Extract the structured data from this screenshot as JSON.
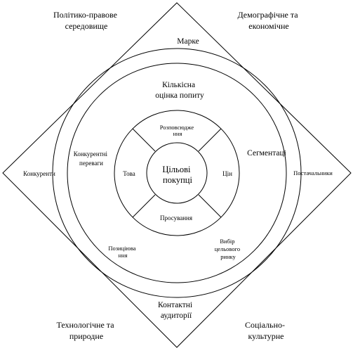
{
  "corners": {
    "top_left": [
      "Політико-правове",
      "середовище"
    ],
    "top_right": [
      "Демографічне та",
      "економічне"
    ],
    "bottom_left": [
      "Технологічне та",
      "природне"
    ],
    "bottom_right": [
      "Соціально-",
      "культурне"
    ]
  },
  "diamond_edges": {
    "left": "Конкуренти",
    "right": "Постачальники"
  },
  "outer_ring": {
    "top": "Марке",
    "bottom": [
      "Контактні",
      "аудиторії"
    ]
  },
  "middle_ring": {
    "top": [
      "Кількісна",
      "оцінка попиту"
    ],
    "left": [
      "Конкурентні",
      "переваги"
    ],
    "right": "Сегментаці",
    "bottom_left": [
      "Позиціюва",
      "ння"
    ],
    "bottom_right": [
      "Вибір",
      "цельового",
      "ринку"
    ]
  },
  "inner_ring": {
    "top": [
      "Розповсюдже",
      "ння"
    ],
    "left": "Това",
    "right": "Цін",
    "bottom": "Просування"
  },
  "center": [
    "Цільові",
    "покупці"
  ]
}
